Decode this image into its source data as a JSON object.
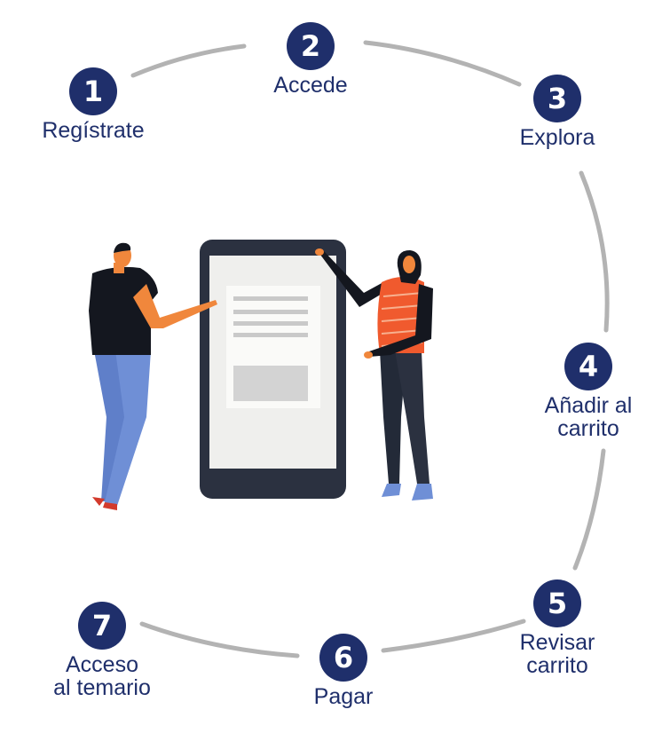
{
  "colors": {
    "badge": "#1f2f6b",
    "label": "#1f2f6b",
    "connector": "#b3b3b3",
    "phone_frame": "#2b3140",
    "phone_screen": "#efefed",
    "shirt_orange": "#f05a2e",
    "jeans_blue": "#6f8fd6",
    "shirt_black": "#14171f",
    "pants_dark": "#2b3140"
  },
  "steps": [
    {
      "number": "1",
      "label": "Regístrate"
    },
    {
      "number": "2",
      "label": "Accede"
    },
    {
      "number": "3",
      "label": "Explora"
    },
    {
      "number": "4",
      "label": "Añadir al\ncarrito"
    },
    {
      "number": "5",
      "label": "Revisar\ncarrito"
    },
    {
      "number": "6",
      "label": "Pagar"
    },
    {
      "number": "7",
      "label": "Acceso\nal temario"
    }
  ],
  "illustration": {
    "description_icon": "people-with-smartphone-illustration"
  }
}
